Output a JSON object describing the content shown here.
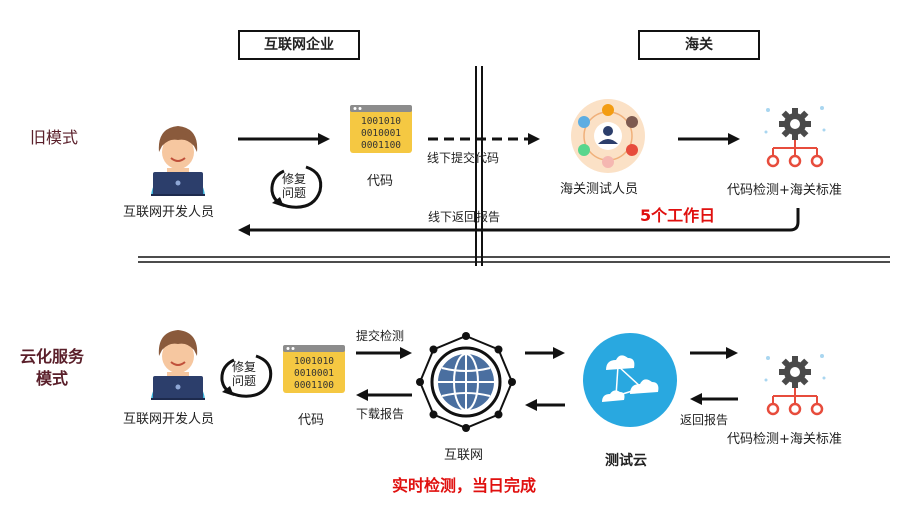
{
  "headers": {
    "left": "互联网企业",
    "right": "海关"
  },
  "old_mode": {
    "label": "旧模式",
    "developer": "互联网开发人员",
    "fix": "修复\n问题",
    "code_label": "代码",
    "offline_submit": "线下提交代码",
    "customs_tester": "海关测试人员",
    "check": "代码检测+海关标准",
    "offline_return": "线下返回报告",
    "duration": "5个工作日"
  },
  "cloud_mode": {
    "label": "云化服务\n模式",
    "developer": "互联网开发人员",
    "fix": "修复\n问题",
    "code_label": "代码",
    "submit": "提交检测",
    "download": "下载报告",
    "internet": "互联网",
    "cloud": "测试云",
    "return_report": "返回报告",
    "check": "代码检测+海关标准",
    "realtime": "实时检测，当日完成"
  },
  "code_text": [
    "1001010",
    "0010001",
    "0001100"
  ],
  "colors": {
    "accent_red": "#e0100f",
    "cloud_blue": "#29a8e0",
    "gear": "#4a4a4a",
    "node_red": "#e74c3c",
    "code_yellow": "#f5c842"
  }
}
